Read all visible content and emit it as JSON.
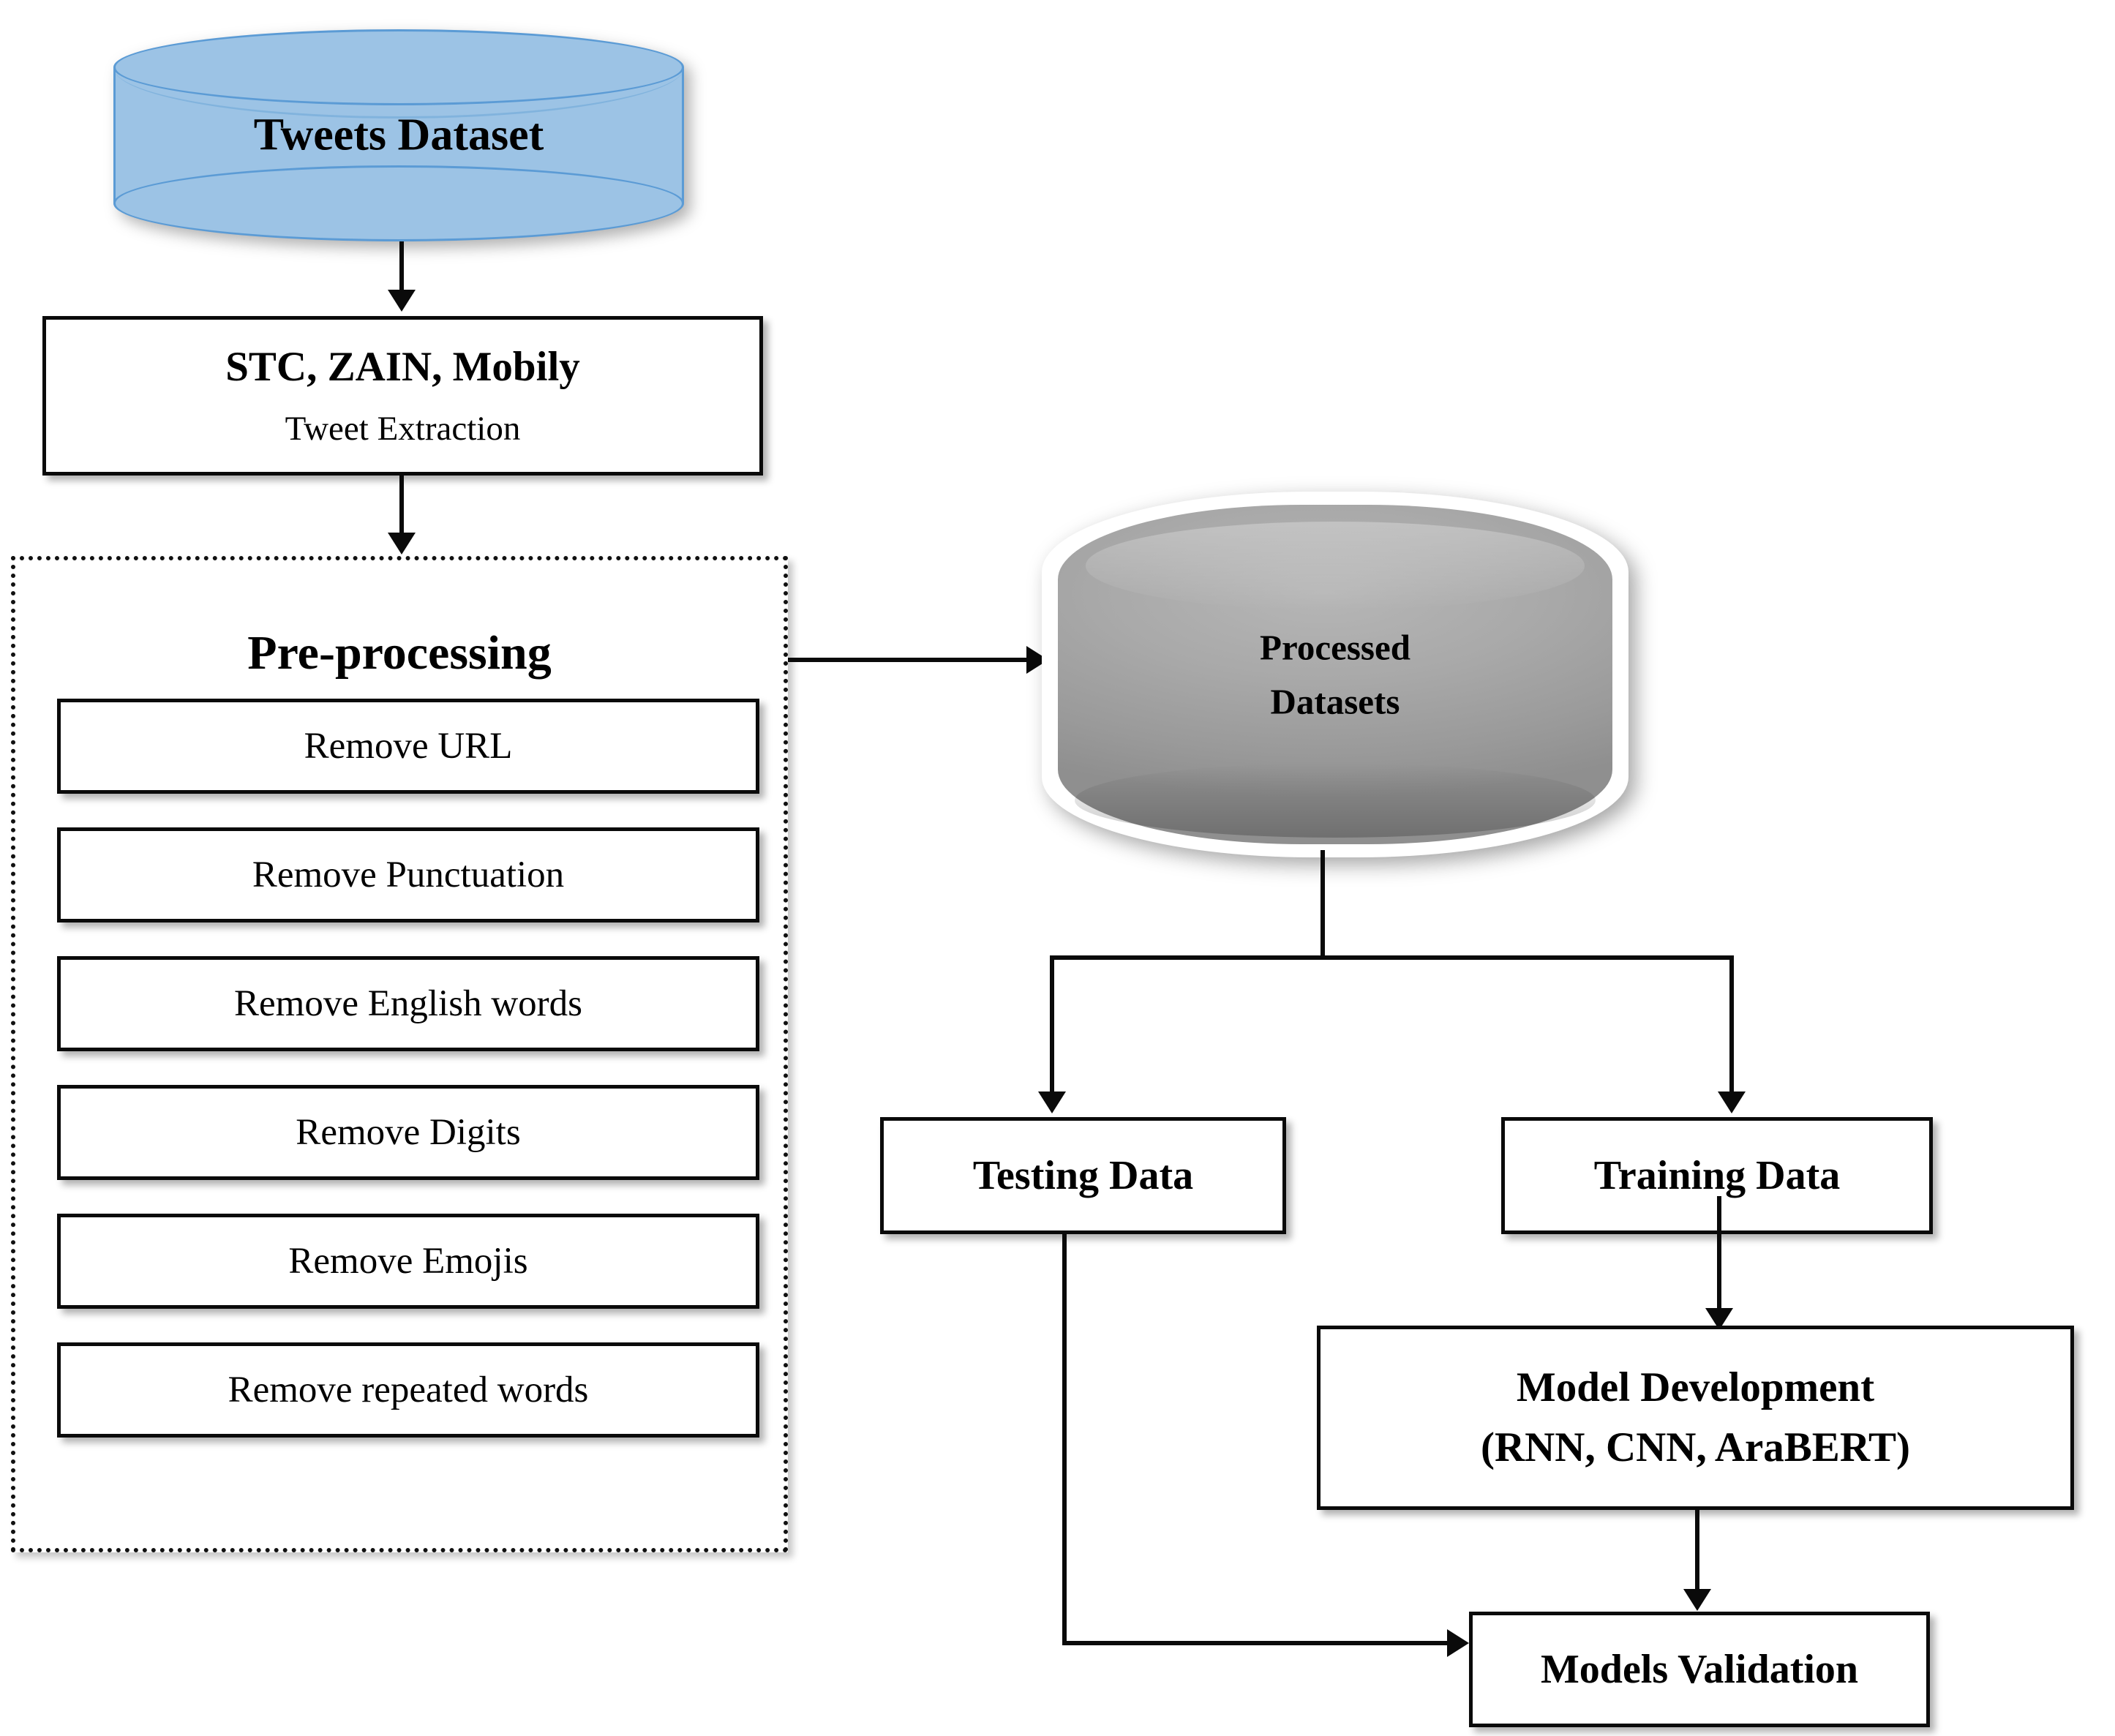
{
  "diagram": {
    "title": "Tweets sentiment analysis pipeline flowchart",
    "colors": {
      "cylinder_fill": "#9cc3e5",
      "cylinder_stroke": "#5b9bd5",
      "barrel_fill": "#a9a9a9",
      "box_stroke": "#0a0a0a",
      "box_fill": "#ffffff",
      "connector": "#0a0a0a",
      "dotted_border": "#111111"
    }
  },
  "nodes": {
    "tweets_dataset": {
      "label": "Tweets Dataset"
    },
    "tweet_extraction": {
      "line1": "STC, ZAIN, Mobily",
      "line2": "Tweet Extraction"
    },
    "preprocessing": {
      "title": "Pre-processing",
      "steps": [
        {
          "label": "Remove URL"
        },
        {
          "label": "Remove Punctuation"
        },
        {
          "label": "Remove English words"
        },
        {
          "label": "Remove Digits"
        },
        {
          "label": "Remove Emojis"
        },
        {
          "label": "Remove repeated  words"
        }
      ]
    },
    "processed_datasets": {
      "line1": "Processed",
      "line2": "Datasets"
    },
    "testing_data": {
      "label": "Testing Data"
    },
    "training_data": {
      "label": "Training Data"
    },
    "model_development": {
      "line1": "Model Development",
      "line2": "(RNN, CNN, AraBERT)"
    },
    "models_validation": {
      "label": "Models Validation"
    }
  },
  "edges": [
    {
      "from": "tweets_dataset",
      "to": "tweet_extraction",
      "kind": "arrow-down"
    },
    {
      "from": "tweet_extraction",
      "to": "preprocessing",
      "kind": "arrow-down"
    },
    {
      "from": "preprocessing",
      "to": "processed_datasets",
      "kind": "arrow-right"
    },
    {
      "from": "processed_datasets",
      "to": "testing_data",
      "kind": "split-arrow-down"
    },
    {
      "from": "processed_datasets",
      "to": "training_data",
      "kind": "split-arrow-down"
    },
    {
      "from": "training_data",
      "to": "model_development",
      "kind": "arrow-down"
    },
    {
      "from": "model_development",
      "to": "models_validation",
      "kind": "arrow-down"
    },
    {
      "from": "testing_data",
      "to": "models_validation",
      "kind": "elbow-arrow-right"
    }
  ]
}
